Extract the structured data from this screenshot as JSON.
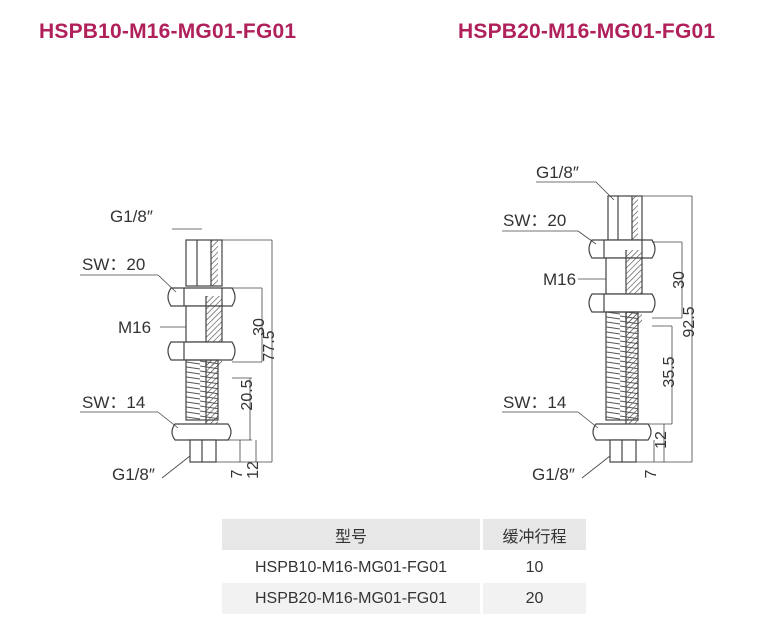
{
  "titles": {
    "left": "HSPB10-M16-MG01-FG01",
    "right": "HSPB20-M16-MG01-FG01"
  },
  "left_drawing": {
    "thread_top": "G1/8″",
    "sw_top": "SW：20",
    "thread_body": "M16",
    "sw_bottom": "SW：14",
    "thread_bottom": "G1/8″",
    "dims": {
      "d30": "30",
      "d77_5": "77.5",
      "d20_5": "20.5",
      "d7": "7",
      "d12": "12"
    }
  },
  "right_drawing": {
    "thread_top": "G1/8″",
    "sw_top": "SW：20",
    "thread_body": "M16",
    "sw_bottom": "SW：14",
    "thread_bottom": "G1/8″",
    "dims": {
      "d30": "30",
      "d92_5": "92.5",
      "d35_5": "35.5",
      "d12": "12",
      "d7": "7"
    }
  },
  "table": {
    "headers": [
      "型号",
      "缓冲行程"
    ],
    "rows": [
      [
        "HSPB10-M16-MG01-FG01",
        "10"
      ],
      [
        "HSPB20-M16-MG01-FG01",
        "20"
      ]
    ]
  }
}
